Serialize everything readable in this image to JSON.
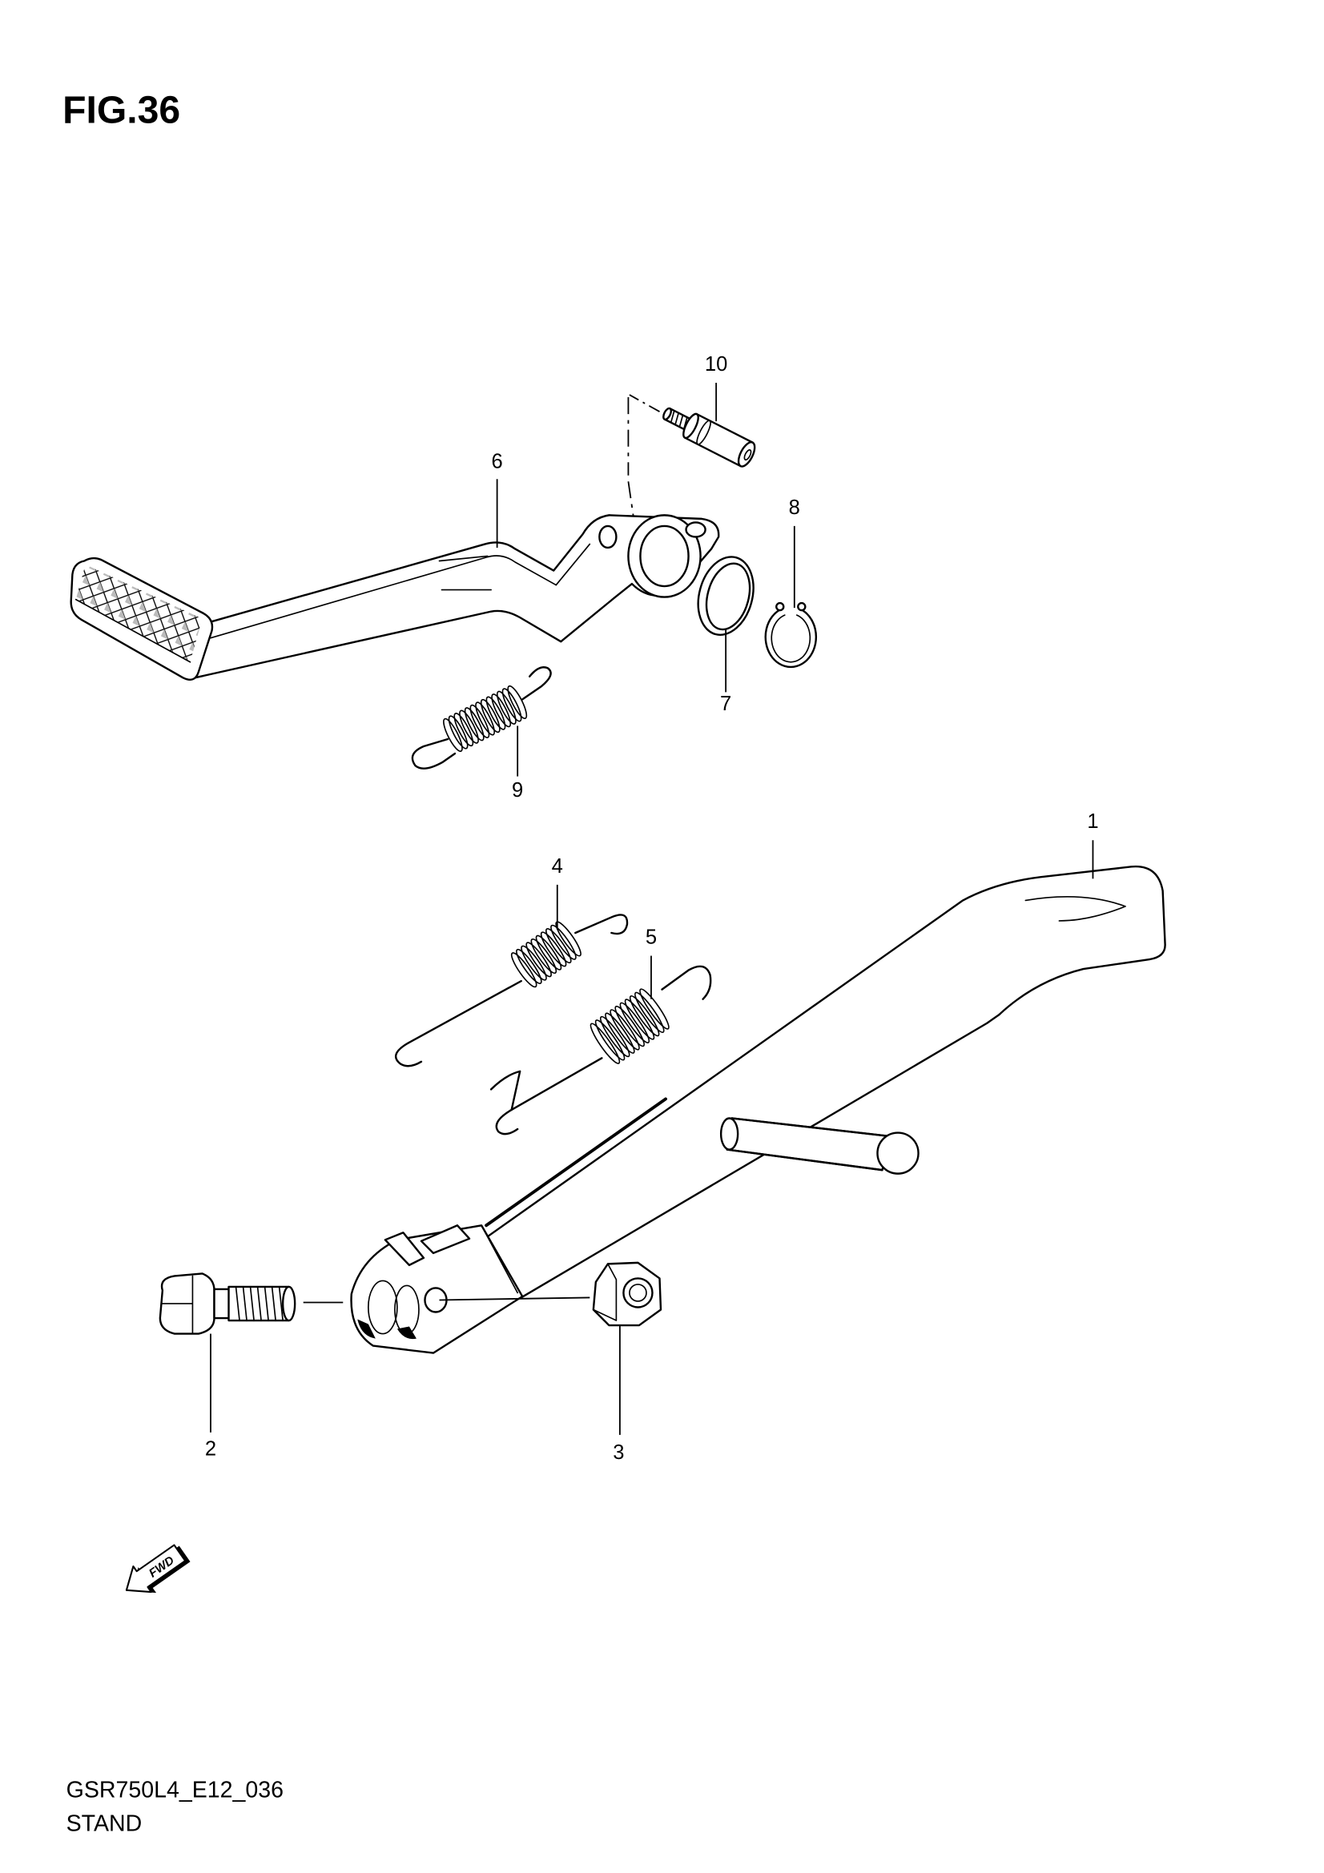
{
  "figure": {
    "title": "FIG.36"
  },
  "callouts": [
    {
      "label": "1"
    },
    {
      "label": "2"
    },
    {
      "label": "3"
    },
    {
      "label": "4"
    },
    {
      "label": "5"
    },
    {
      "label": "6"
    },
    {
      "label": "7"
    },
    {
      "label": "8"
    },
    {
      "label": "9"
    },
    {
      "label": "10"
    }
  ],
  "fwd_indicator": {
    "label": "FWD",
    "icon": "forward-direction-arrow-icon"
  },
  "footer": {
    "code": "GSR750L4_E12_036",
    "caption": "STAND"
  },
  "colors": {
    "line": "#000000",
    "background": "#ffffff"
  }
}
